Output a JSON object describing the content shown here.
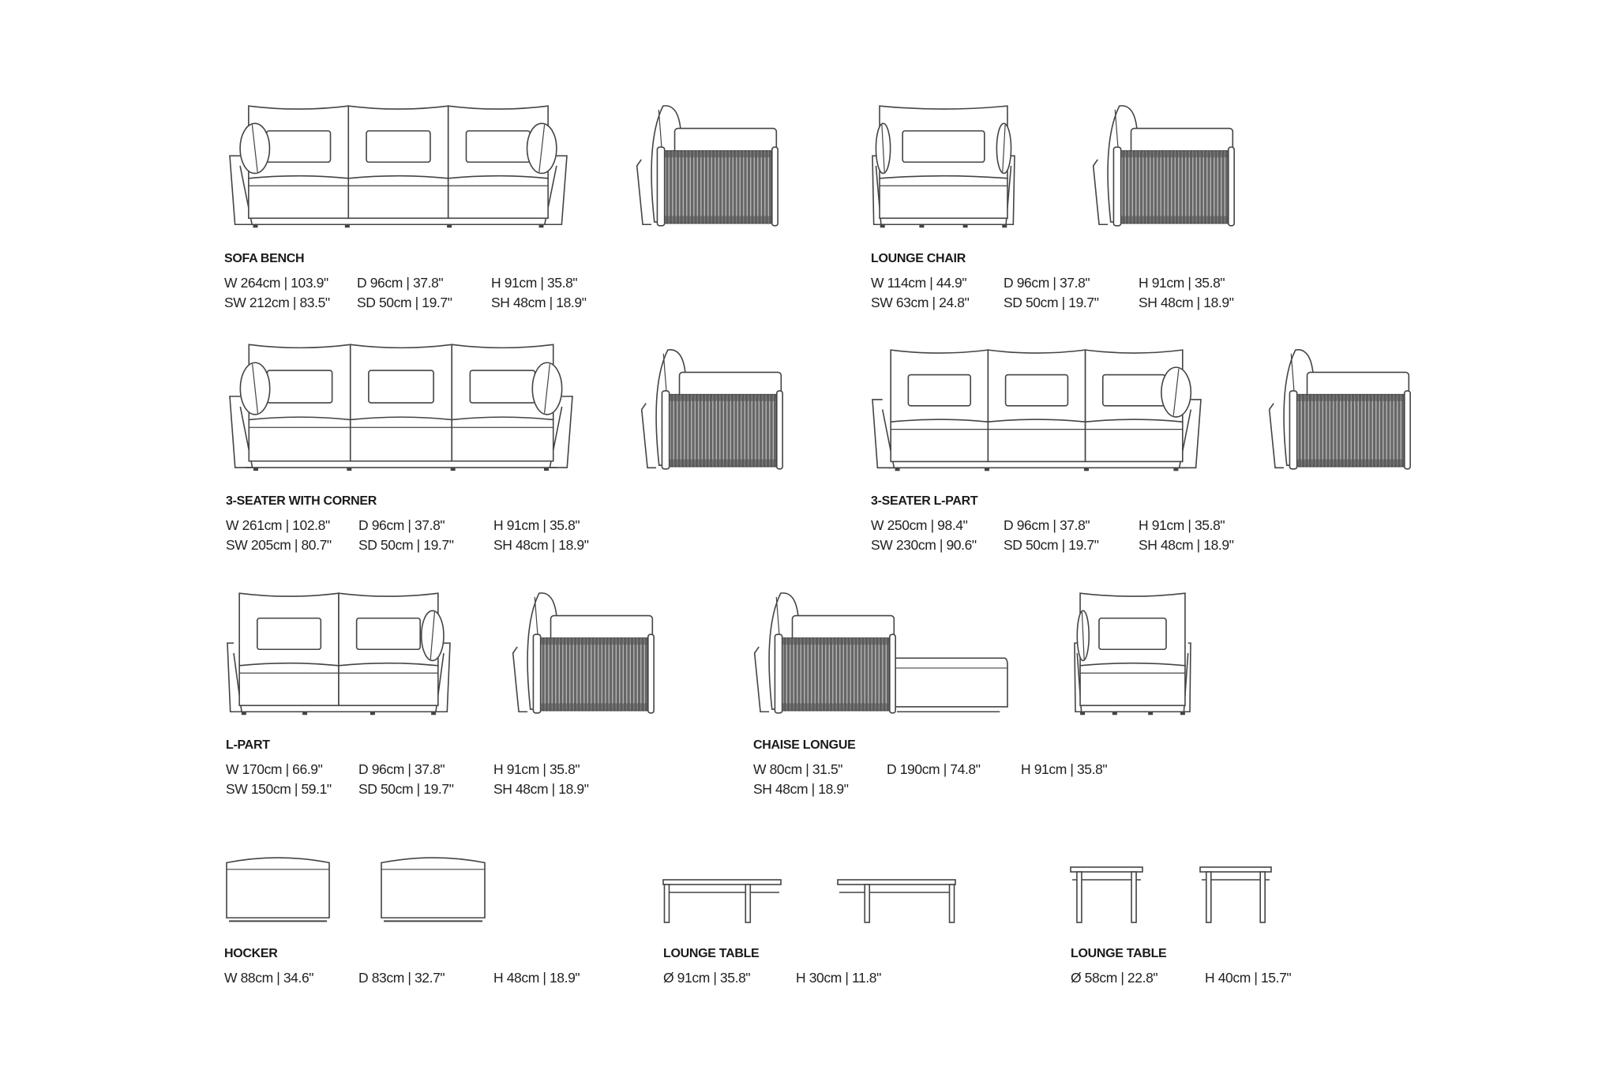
{
  "products": [
    {
      "id": "sofa-bench",
      "title": "SOFA BENCH",
      "cols": [
        [
          "W 264cm | 103.9\"",
          "SW 212cm | 83.5\""
        ],
        [
          "D 96cm | 37.8\"",
          "SD 50cm | 19.7\""
        ],
        [
          "H 91cm | 35.8\"",
          "SH 48cm | 18.9\""
        ]
      ]
    },
    {
      "id": "lounge-chair",
      "title": "LOUNGE CHAIR",
      "cols": [
        [
          "W 114cm | 44.9\"",
          "SW 63cm | 24.8\""
        ],
        [
          "D 96cm | 37.8\"",
          "SD 50cm | 19.7\""
        ],
        [
          "H 91cm | 35.8\"",
          "SH 48cm | 18.9\""
        ]
      ]
    },
    {
      "id": "3-seater-with-corner",
      "title": "3-SEATER WITH CORNER",
      "cols": [
        [
          "W 261cm | 102.8\"",
          "SW 205cm | 80.7\""
        ],
        [
          "D 96cm | 37.8\"",
          "SD 50cm | 19.7\""
        ],
        [
          "H 91cm | 35.8\"",
          "SH 48cm | 18.9\""
        ]
      ]
    },
    {
      "id": "3-seater-l-part",
      "title": "3-SEATER L-PART",
      "cols": [
        [
          "W 250cm | 98.4\"",
          "SW 230cm | 90.6\""
        ],
        [
          "D 96cm | 37.8\"",
          "SD 50cm | 19.7\""
        ],
        [
          "H 91cm | 35.8\"",
          "SH 48cm | 18.9\""
        ]
      ]
    },
    {
      "id": "l-part",
      "title": "L-PART",
      "cols": [
        [
          "W 170cm | 66.9\"",
          "SW 150cm | 59.1\""
        ],
        [
          "D 96cm | 37.8\"",
          "SD 50cm | 19.7\""
        ],
        [
          "H 91cm | 35.8\"",
          "SH 48cm | 18.9\""
        ]
      ]
    },
    {
      "id": "chaise-longue",
      "title": "CHAISE LONGUE",
      "cols": [
        [
          "W 80cm | 31.5\"",
          "SH 48cm | 18.9\""
        ],
        [
          "D 190cm | 74.8\""
        ],
        [
          "H 91cm | 35.8\""
        ]
      ]
    },
    {
      "id": "hocker",
      "title": "HOCKER",
      "cols": [
        [
          "W 88cm | 34.6\""
        ],
        [
          "D 83cm | 32.7\""
        ],
        [
          "H 48cm | 18.9\""
        ]
      ]
    },
    {
      "id": "lounge-table-91",
      "title": "LOUNGE TABLE",
      "cols": [
        [
          "Ø 91cm | 35.8\""
        ],
        [
          "H 30cm | 11.8\""
        ]
      ]
    },
    {
      "id": "lounge-table-58",
      "title": "LOUNGE TABLE",
      "cols": [
        [
          "Ø 58cm | 22.8\""
        ],
        [
          "H 40cm | 15.7\""
        ]
      ]
    }
  ]
}
